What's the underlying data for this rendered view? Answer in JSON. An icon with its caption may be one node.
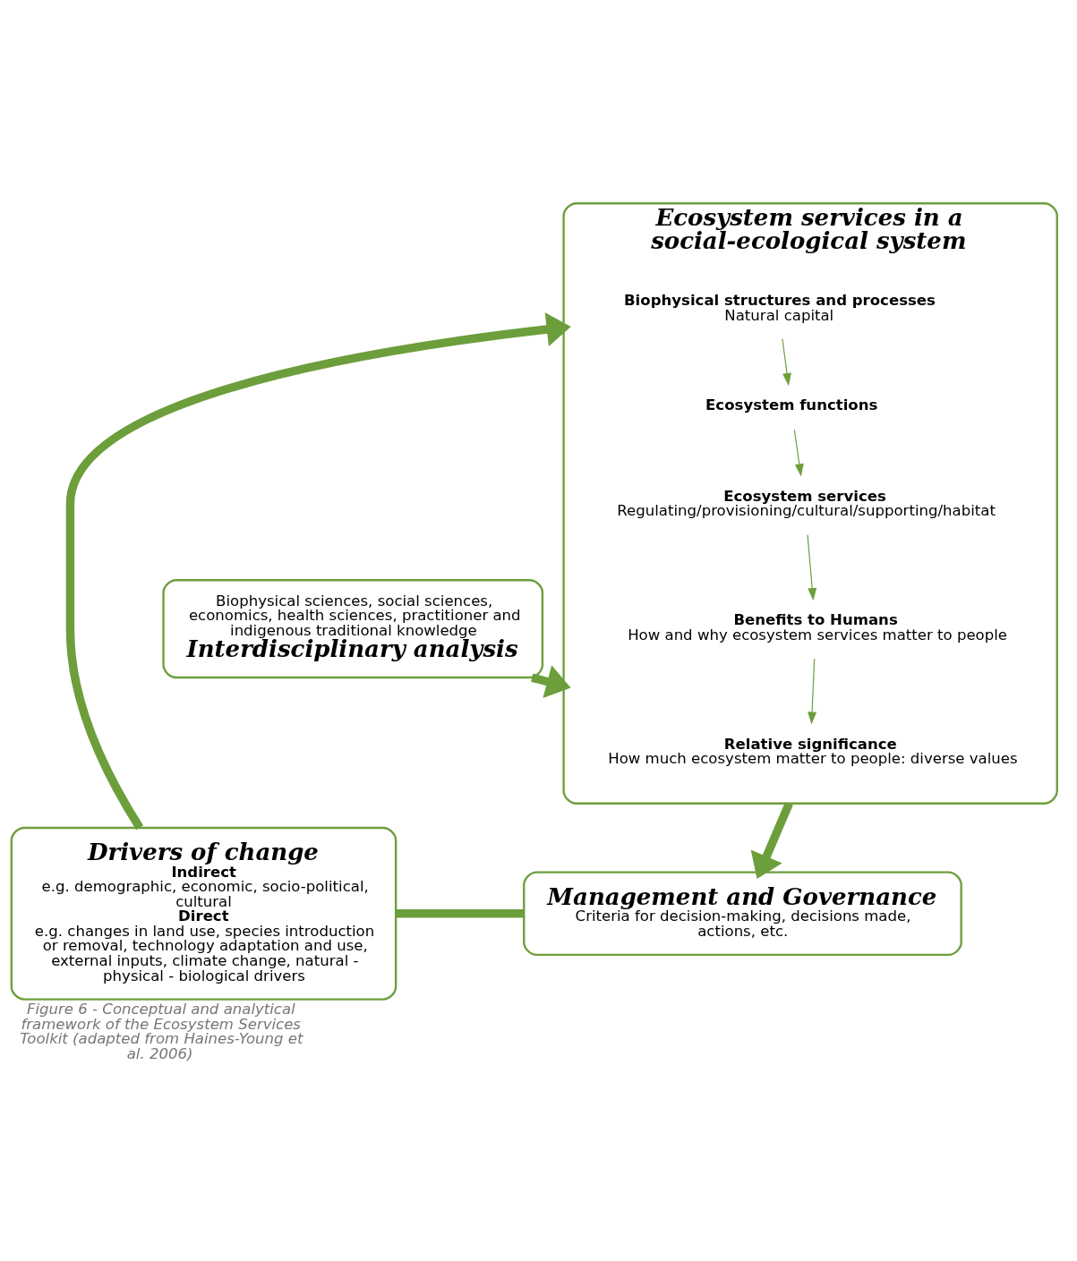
{
  "diagram": {
    "caption": "Figure 6 - Conceptual and analytical framework of the Ecosystem Services Toolkit (adapted from Haines-Young et al. 2006)",
    "nodes": [
      {
        "text": [
          "Drivers of change",
          "Indirect",
          "e.g. demographic, economic, socio-political, cultural",
          "Direct",
          "e.g. changes in land use, species introduction or removal, technology adaptation and use, external inputs, climate change, natural - physical - biological drivers"
        ]
      },
      {
        "text": [
          "Management and Governance",
          "Criteria for decision-making, decisions made, actions, etc."
        ]
      },
      {
        "text": [
          "Ecosystem services in a social-ecological system"
        ]
      },
      {
        "text": [
          "Biophysical structures and processes",
          "Natural capital"
        ],
        "in": 2
      },
      {
        "text": [
          "Ecosystem functions"
        ],
        "in": 2
      },
      {
        "text": [
          "Ecosystem services",
          "Regulating/provisioning/cultural/supporting/habitat"
        ],
        "in": 2
      },
      {
        "text": [
          "Benefits to Humans",
          "How and why ecosystem services matter to people"
        ],
        "in": 2
      },
      {
        "text": [
          "Relative significance",
          "How much ecosystem matter to people: diverse values"
        ],
        "in": 2
      },
      {
        "text": [
          "Biophysical sciences, social sciences, economics, health sciences, practitioner and indigenous traditional knowledge",
          "Interdisciplinary analysis"
        ]
      }
    ],
    "edges": [
      {
        "from": 0,
        "to": 1,
        "arrow": "none",
        "style": "thick"
      },
      {
        "from": 0,
        "to": 2,
        "arrow": "to",
        "style": "thick"
      },
      {
        "from": 2,
        "to": 1,
        "arrow": "to",
        "style": "thick"
      },
      {
        "from": 3,
        "to": 4,
        "arrow": "to"
      },
      {
        "from": 4,
        "to": 5,
        "arrow": "to"
      },
      {
        "from": 5,
        "to": 6,
        "arrow": "to"
      },
      {
        "from": 6,
        "to": 7,
        "arrow": "to"
      },
      {
        "from": 8,
        "to": 2,
        "arrow": "to",
        "style": "thick"
      }
    ]
  }
}
